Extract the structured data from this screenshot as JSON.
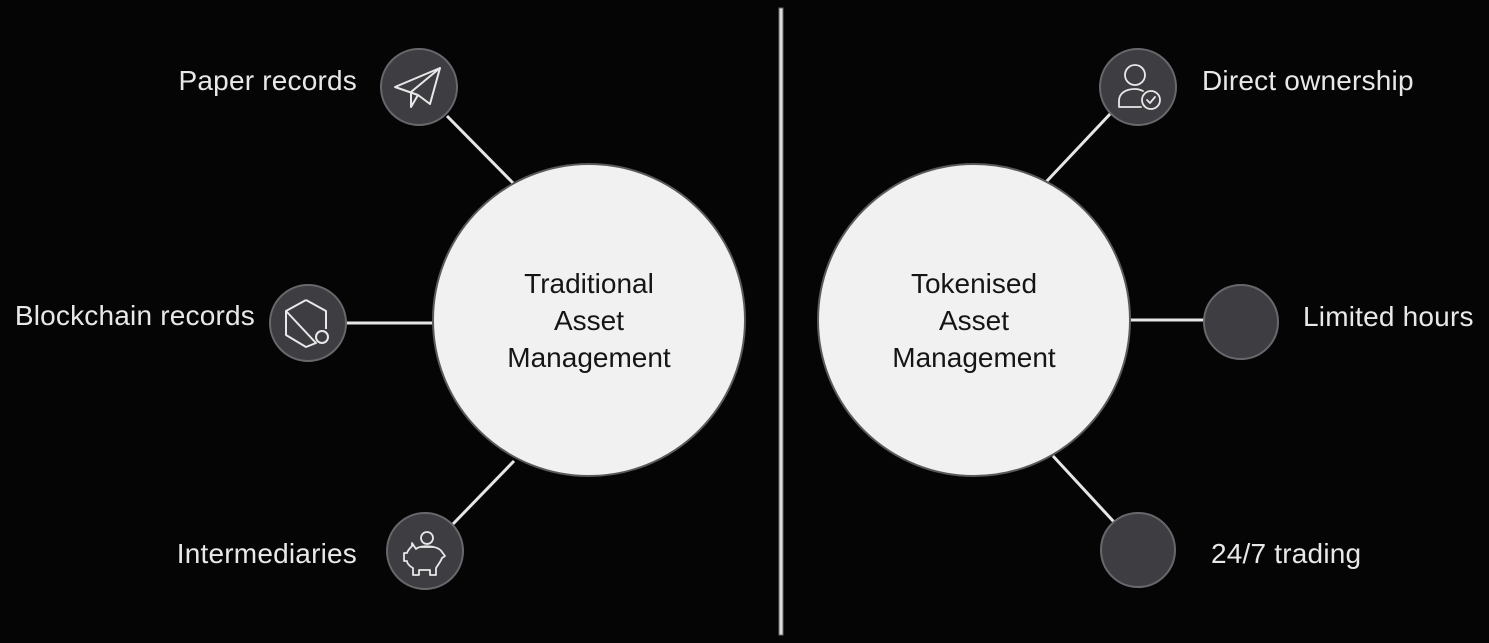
{
  "colors": {
    "background": "#050505",
    "hub_fill": "#f1f1f1",
    "hub_stroke": "#5a5a5a",
    "node_fill": "#3d3d42",
    "node_stroke": "#68686c",
    "connector": "#e6e6e6",
    "icon_stroke": "#e8e8e8",
    "label_text": "#e8e8e8",
    "hub_text": "#151515"
  },
  "left": {
    "hub": {
      "lines": [
        "Traditional",
        "Asset",
        "Management"
      ]
    },
    "nodes": [
      {
        "label": "Paper records",
        "icon": "paper-plane-icon"
      },
      {
        "label": "Blockchain records",
        "icon": "hexagon-node-icon"
      },
      {
        "label": "Intermediaries",
        "icon": "piggy-bank-icon"
      }
    ]
  },
  "right": {
    "hub": {
      "lines": [
        "Tokenised",
        "Asset",
        "Management"
      ]
    },
    "nodes": [
      {
        "label": "Direct ownership",
        "icon": "user-check-icon"
      },
      {
        "label": "Limited hours",
        "icon": "none"
      },
      {
        "label": "24/7 trading",
        "icon": "none"
      }
    ]
  }
}
